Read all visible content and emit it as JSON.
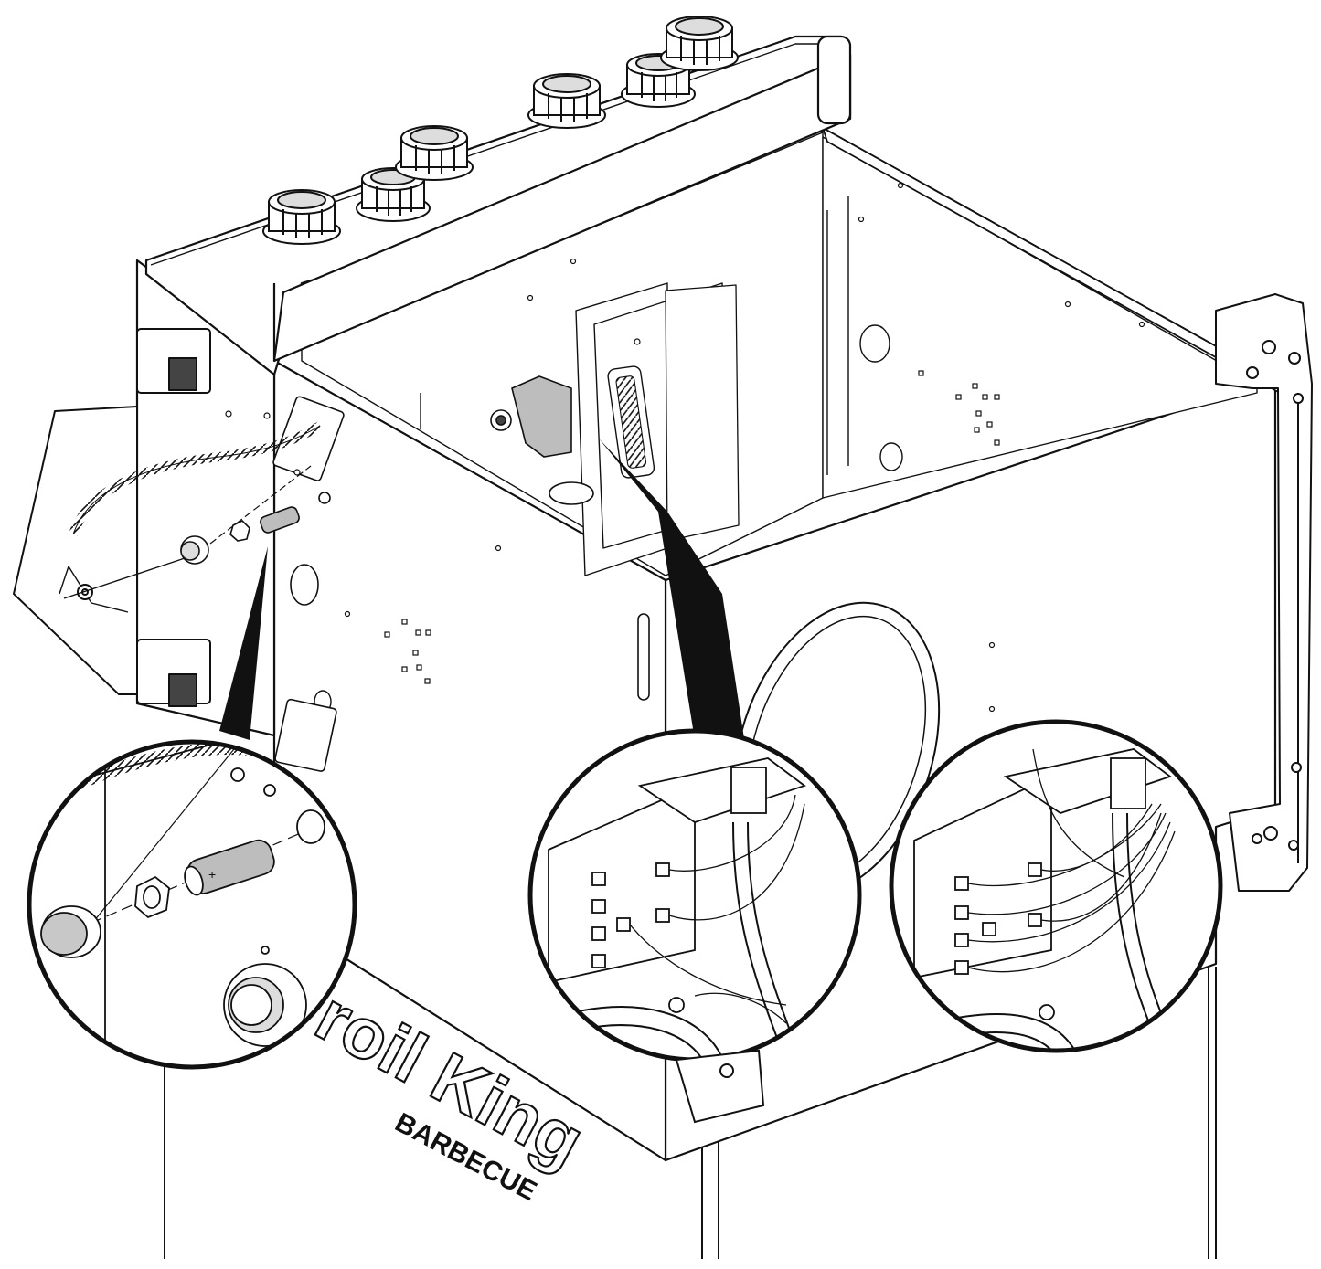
{
  "logo": {
    "brand": "Broil King.",
    "brand_visible": "roil King",
    "sub": "BARBECUE"
  },
  "colors": {
    "line": "#111111",
    "paper": "#ffffff",
    "part_fill": "#bdbdbd",
    "accent_fill": "#9a9a9a"
  },
  "callouts": [
    {
      "name": "battery-igniter-detail",
      "depicts": [
        "igniter-button-icon",
        "hex-nut-icon",
        "aa-battery-icon"
      ]
    },
    {
      "name": "electrode-wiring-before-detail",
      "depicts": [
        "spark-module-icon",
        "electrode-wire-icon"
      ]
    },
    {
      "name": "electrode-wiring-after-detail",
      "depicts": [
        "spark-module-icon",
        "electrode-wire-icon"
      ]
    }
  ]
}
